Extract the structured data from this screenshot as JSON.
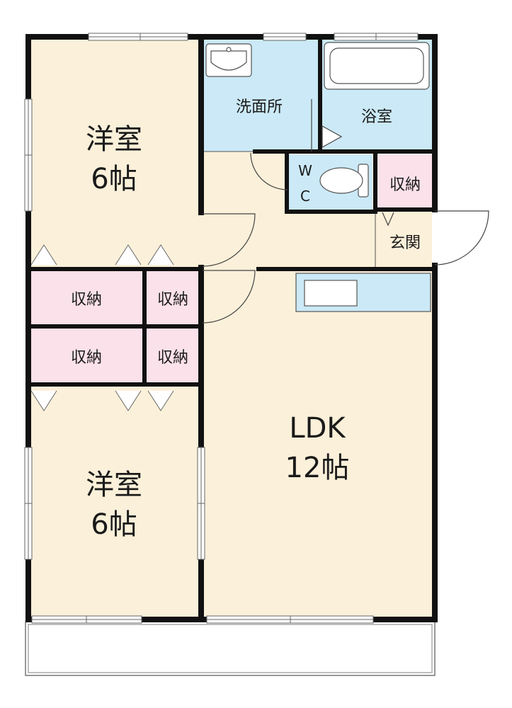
{
  "rooms": {
    "western_top": {
      "name": "洋室",
      "size": "6帖"
    },
    "western_bottom": {
      "name": "洋室",
      "size": "6帖"
    },
    "ldk": {
      "name": "LDK",
      "size": "12帖"
    },
    "washroom": "洗面所",
    "bathroom": "浴室",
    "wc_w": "W",
    "wc_c": "C",
    "entrance": "玄関",
    "storage_right": "収納",
    "storage_1": "収納",
    "storage_2": "収納",
    "storage_3": "収納",
    "storage_4": "収納"
  },
  "colors": {
    "room_fill": "#fbf0d9",
    "wet_fill": "#cbe9f6",
    "storage_fill": "#fbe1ea",
    "wall": "#111111"
  }
}
